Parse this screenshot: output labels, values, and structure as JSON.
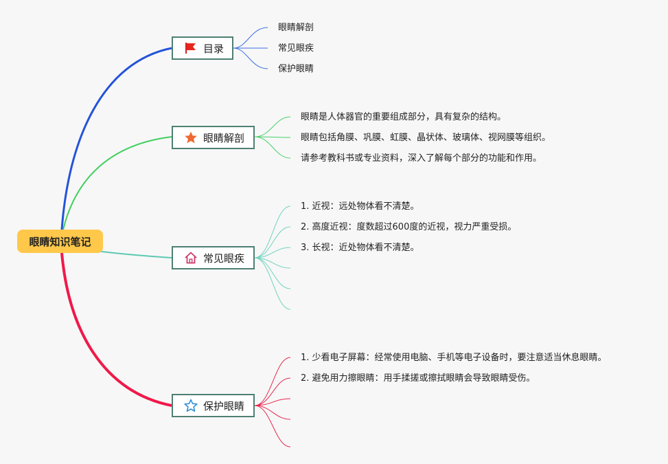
{
  "root": {
    "label": "眼睛知识笔记"
  },
  "colors": {
    "toc": "#2353d9",
    "anatomy": "#3fcf5e",
    "disease": "#5ccab1",
    "protect": "#f0194a",
    "toc_leaf": "#3d6ee0",
    "anatomy_leaf": "#48d06a",
    "disease_leaf": "#6fd2bd",
    "protect_leaf": "#e8294f",
    "root_fill": "#ffc84a",
    "topic_border": "#4d7f72"
  },
  "topics": {
    "toc": {
      "label": "目录",
      "icon": "red-flag-icon",
      "items": [
        "眼睛解剖",
        "常见眼疾",
        "保护眼睛"
      ]
    },
    "anatomy": {
      "label": "眼睛解剖",
      "icon": "orange-star-icon",
      "items": [
        "眼睛是人体器官的重要组成部分，具有复杂的结构。",
        "眼睛包括角膜、巩膜、虹膜、晶状体、玻璃体、视网膜等组织。",
        "请参考教科书或专业资料，深入了解每个部分的功能和作用。"
      ]
    },
    "disease": {
      "label": "常见眼疾",
      "icon": "home-icon",
      "items": [
        "1. 近视：远处物体看不清楚。",
        "2. 高度近视：度数超过600度的近视，视力严重受损。",
        "3. 长视：近处物体看不清楚。"
      ]
    },
    "protect": {
      "label": "保护眼睛",
      "icon": "outline-star-icon",
      "items": [
        "1. 少看电子屏幕：经常使用电脑、手机等电子设备时，要注意适当休息眼睛。",
        "2. 避免用力擦眼睛：用手揉搓或擦拭眼睛会导致眼睛受伤。"
      ]
    }
  }
}
